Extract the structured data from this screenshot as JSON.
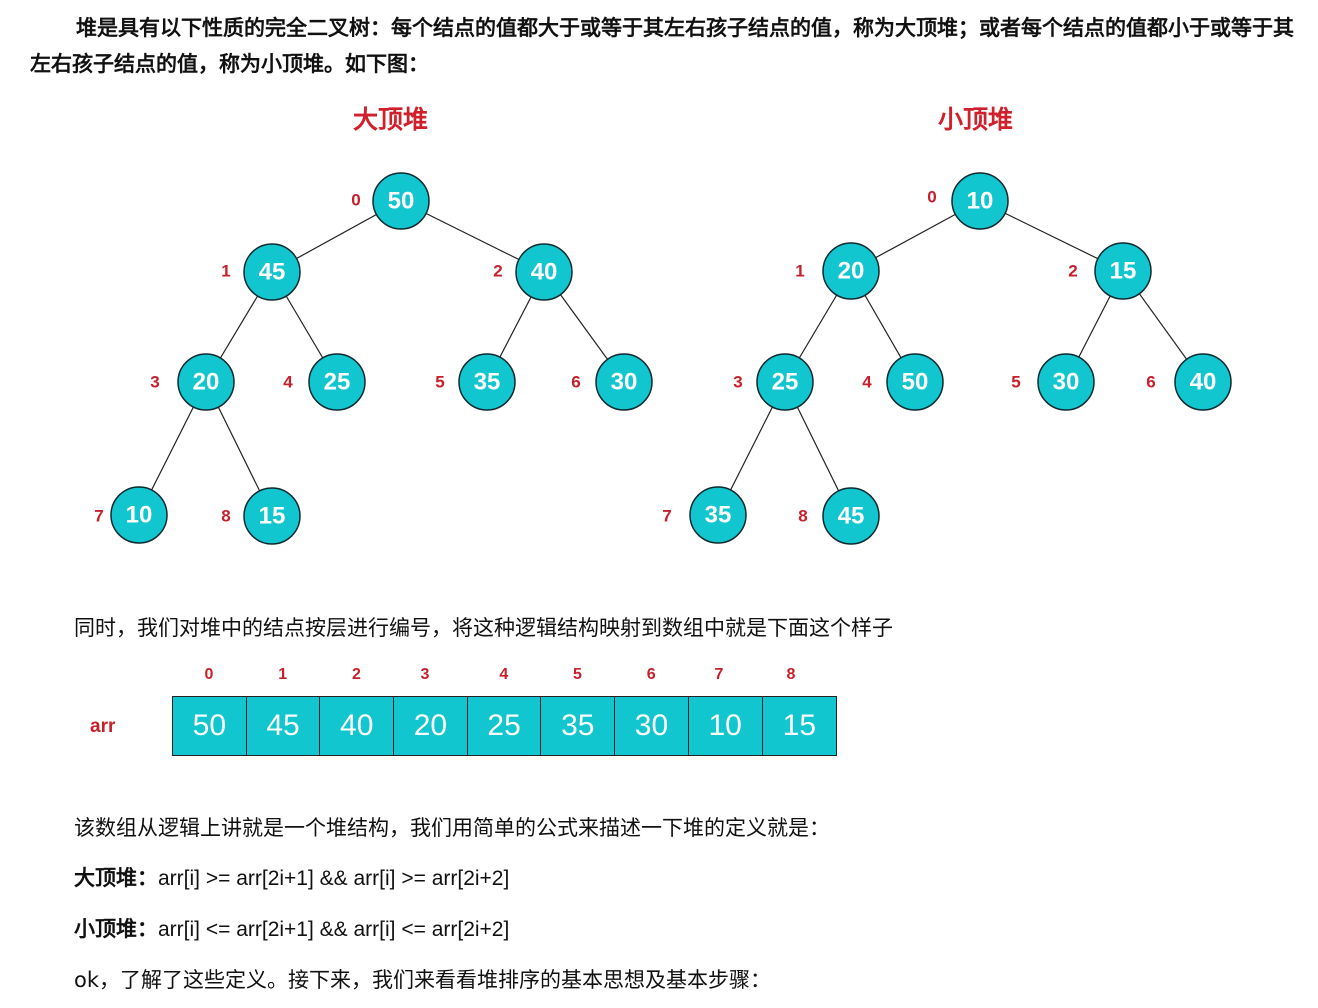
{
  "intro": "堆是具有以下性质的完全二叉树：每个结点的值都大于或等于其左右孩子结点的值，称为大顶堆；或者每个结点的值都小于或等于其左右孩子结点的值，称为小顶堆。如下图：",
  "max_heap": {
    "title": "大顶堆",
    "nodes": [
      {
        "index": "0",
        "value": "50"
      },
      {
        "index": "1",
        "value": "45"
      },
      {
        "index": "2",
        "value": "40"
      },
      {
        "index": "3",
        "value": "20"
      },
      {
        "index": "4",
        "value": "25"
      },
      {
        "index": "5",
        "value": "35"
      },
      {
        "index": "6",
        "value": "30"
      },
      {
        "index": "7",
        "value": "10"
      },
      {
        "index": "8",
        "value": "15"
      }
    ]
  },
  "min_heap": {
    "title": "小顶堆",
    "nodes": [
      {
        "index": "0",
        "value": "10"
      },
      {
        "index": "1",
        "value": "20"
      },
      {
        "index": "2",
        "value": "15"
      },
      {
        "index": "3",
        "value": "25"
      },
      {
        "index": "4",
        "value": "50"
      },
      {
        "index": "5",
        "value": "30"
      },
      {
        "index": "6",
        "value": "40"
      },
      {
        "index": "7",
        "value": "35"
      },
      {
        "index": "8",
        "value": "45"
      }
    ]
  },
  "para_mapping": "同时，我们对堆中的结点按层进行编号，将这种逻辑结构映射到数组中就是下面这个样子",
  "array": {
    "label": "arr",
    "indices": [
      "0",
      "1",
      "2",
      "3",
      "4",
      "5",
      "6",
      "7",
      "8"
    ],
    "values": [
      "50",
      "45",
      "40",
      "20",
      "25",
      "35",
      "30",
      "10",
      "15"
    ]
  },
  "para_formula_intro": "该数组从逻辑上讲就是一个堆结构，我们用简单的公式来描述一下堆的定义就是：",
  "formula_max": {
    "label": "大顶堆：",
    "expr": "arr[i] >= arr[2i+1] && arr[i] >= arr[2i+2]"
  },
  "formula_min": {
    "label": "小顶堆：",
    "expr": "arr[i] <= arr[2i+1] && arr[i] <= arr[2i+2]"
  },
  "para_next": "ok，了解了这些定义。接下来，我们来看看堆排序的基本思想及基本步骤：",
  "colors": {
    "node_fill": "#12c6cf",
    "index_red": "#c8202b",
    "title_red": "#d0202b"
  }
}
